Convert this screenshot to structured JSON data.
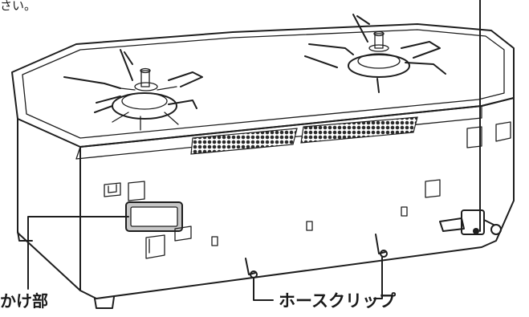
{
  "captions": {
    "top_fragment": "さい。",
    "left_label": "かけ部",
    "right_label": "ホースクリップ"
  },
  "colors": {
    "line": "#1e1e1e",
    "grille_fill": "#2a2a2a",
    "cutout_fill": "#c8c8c8",
    "background": "#ffffff"
  }
}
